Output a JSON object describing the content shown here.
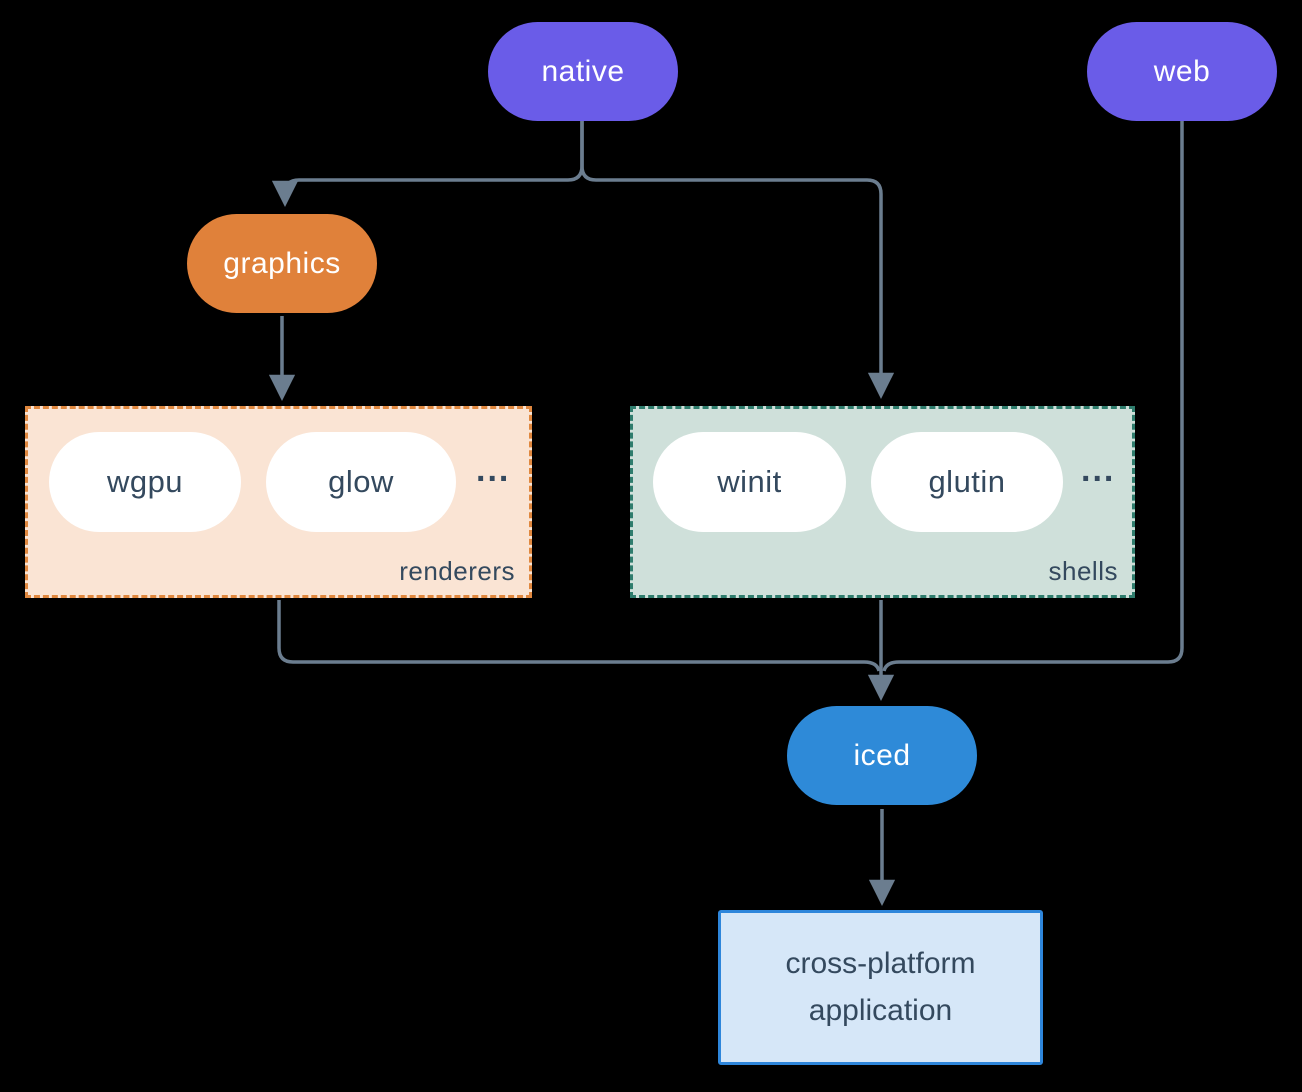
{
  "diagram": {
    "background_color": "#000000",
    "connector_color": "#6B7D8F",
    "text_color": "#34495E",
    "nodes": {
      "native": {
        "label": "native",
        "color": "#6A5CE8"
      },
      "web": {
        "label": "web",
        "color": "#6A5CE8"
      },
      "graphics": {
        "label": "graphics",
        "color": "#E0813A"
      },
      "iced": {
        "label": "iced",
        "color": "#2E8AD8"
      },
      "application": {
        "label": "cross-platform application",
        "bg_color": "#D6E7F8",
        "border_color": "#2E86DB"
      }
    },
    "groups": {
      "renderers": {
        "label": "renderers",
        "items": [
          "wgpu",
          "glow"
        ],
        "more": "...",
        "bg_color": "#FAE4D4",
        "border_color": "#E0883F"
      },
      "shells": {
        "label": "shells",
        "items": [
          "winit",
          "glutin"
        ],
        "more": "...",
        "bg_color": "#CFE0DA",
        "border_color": "#2F7D6D"
      }
    },
    "edges": [
      "native -> graphics",
      "native -> shells",
      "graphics -> renderers",
      "renderers -> iced",
      "shells -> iced",
      "web -> iced",
      "iced -> application"
    ]
  }
}
